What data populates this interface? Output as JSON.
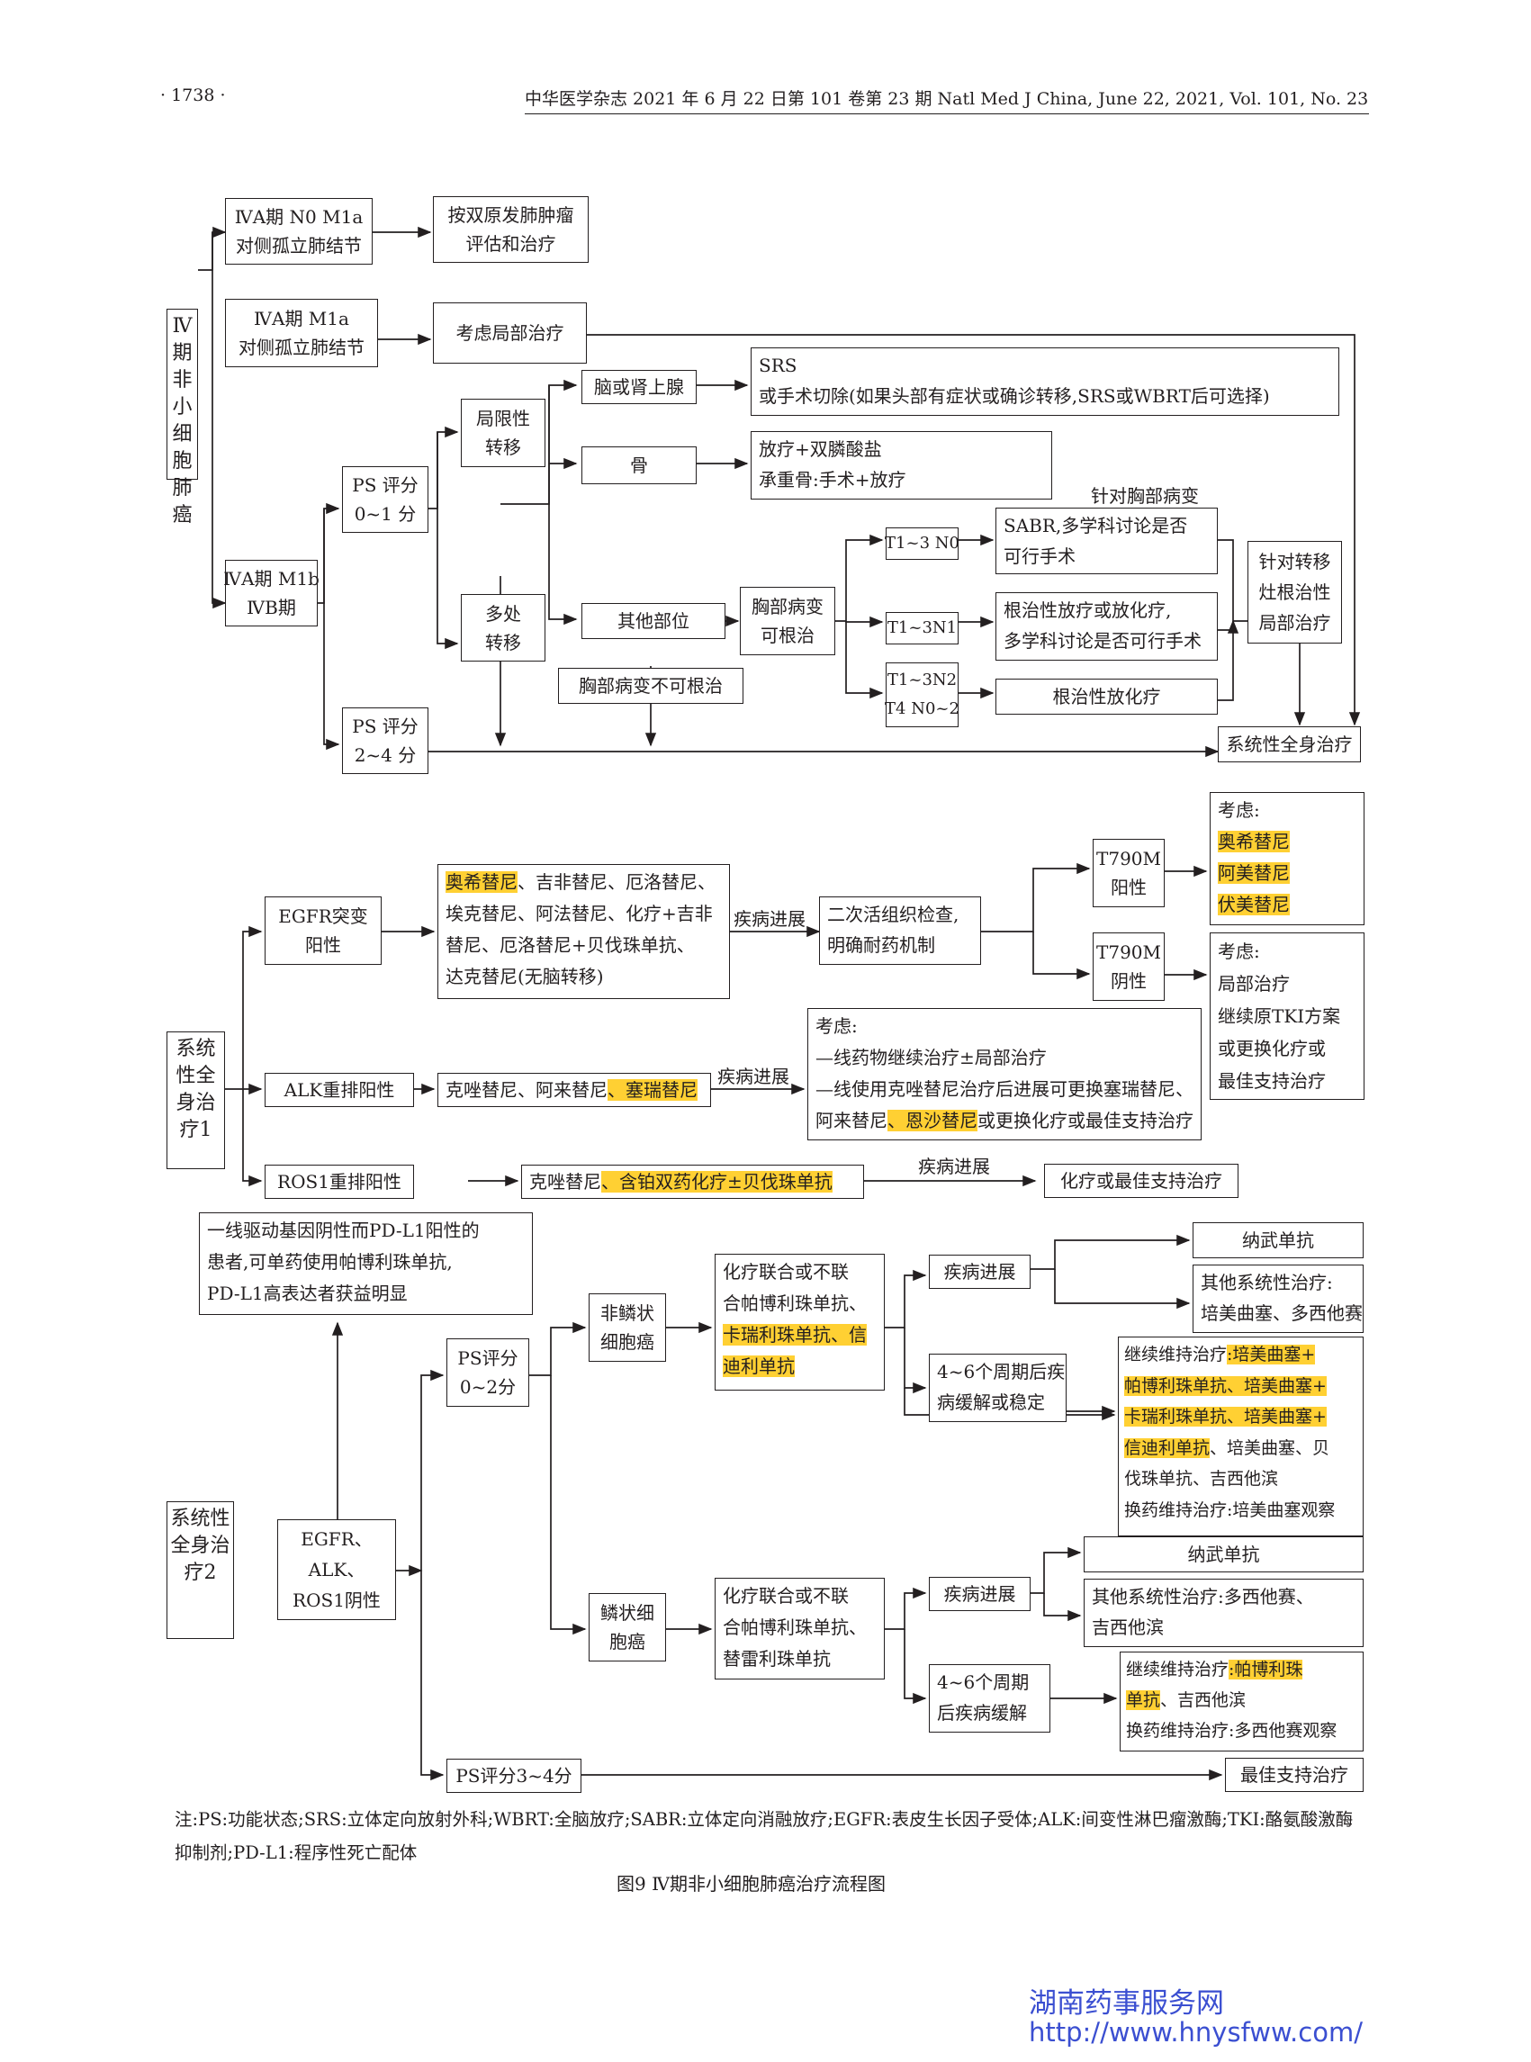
{
  "header": {
    "page_number": "· 1738 ·",
    "journal": "中华医学杂志 2021 年 6 月 22 日第 101 卷第 23 期   Natl Med J China, June 22, 2021, Vol. 101, No. 23"
  },
  "part1": {
    "root": "Ⅳ期非小细胞肺癌",
    "iva_n0m1a": [
      "ⅣA期 N0 M1a",
      "对侧孤立肺结节"
    ],
    "dual_primary": [
      "按双原发肺肿瘤",
      "评估和治疗"
    ],
    "iva_m1a": [
      "ⅣA期 M1a",
      "对侧孤立肺结节"
    ],
    "local_tx": "考虑局部治疗",
    "iva_m1b": [
      "ⅣA期 M1b",
      "ⅣB期"
    ],
    "ps01": [
      "PS 评分",
      "0~1 分"
    ],
    "ps24": [
      "PS 评分",
      "2~4 分"
    ],
    "limited": [
      "局限性",
      "转移"
    ],
    "multiple": [
      "多处",
      "转移"
    ],
    "brain": "脑或肾上腺",
    "srs": [
      "SRS",
      "或手术切除(如果头部有症状或确诊转移,SRS或WBRT后可选择)"
    ],
    "bone": "骨",
    "bone_tx": [
      "放疗+双膦酸盐",
      "承重骨:手术+放疗"
    ],
    "other_site": "其他部位",
    "chest_curable": [
      "胸部病变",
      "可根治"
    ],
    "chest_incurable": "胸部病变不可根治",
    "chest_label": "针对胸部病变",
    "t13n0": "T1~3 N0",
    "sabr": [
      "SABR,多学科讨论是否",
      "可行手术"
    ],
    "t13n1": "T1~3N1",
    "radical_rt": [
      "根治性放疗或放化疗,",
      "多学科讨论是否可行手术"
    ],
    "t13n2": [
      "T1~3N2",
      "T4 N0~2"
    ],
    "radical_crt": "根治性放化疗",
    "meta_local": [
      "针对转移",
      "灶根治性",
      "局部治疗"
    ],
    "systemic": "系统性全身治疗"
  },
  "part2": {
    "root": "系统性全身治疗1",
    "egfr": [
      "EGFR突变",
      "阳性"
    ],
    "egfr_drugs_hl": "奥希替尼",
    "egfr_drugs": [
      "、吉非替尼、厄洛替尼、",
      "埃克替尼、阿法替尼、化疗+吉非",
      "替尼、厄洛替尼+贝伐珠单抗、",
      "达克替尼(无脑转移)"
    ],
    "progress": "疾病进展",
    "biopsy": [
      "二次活组织检查,",
      "明确耐药机制"
    ],
    "t790m_pos": [
      "T790M",
      "阳性"
    ],
    "t790m_neg": [
      "T790M",
      "阴性"
    ],
    "consider": "考虑:",
    "osim": [
      "奥希替尼",
      "阿美替尼",
      "伏美替尼"
    ],
    "neg_opts": [
      "局部治疗",
      "继续原TKI方案",
      "或更换化疗或",
      "最佳支持治疗"
    ],
    "alk": "ALK重排阳性",
    "alk_drugs": "克唑替尼、阿来替尼",
    "alk_drugs_hl": "、塞瑞替尼",
    "alk_opts": [
      "—线药物继续治疗±局部治疗",
      "—线使用克唑替尼治疗后进展可更换塞瑞替尼、"
    ],
    "alk_opts_last": [
      "阿来替尼",
      "、恩沙替尼",
      "或更换化疗或最佳支持治疗"
    ],
    "ros1": "ROS1重排阳性",
    "ros1_drugs": "克唑替尼",
    "ros1_drugs_hl": "、含铂双药化疗±贝伐珠单抗",
    "chemo_bsc": "化疗或最佳支持治疗"
  },
  "part3": {
    "pdl1_note": [
      "一线驱动基因阴性而PD-L1阳性的",
      "患者,可单药使用帕博利珠单抗,",
      "PD-L1高表达者获益明显"
    ],
    "root": "系统性全身治疗2",
    "neg": [
      "EGFR、",
      "ALK、",
      "ROS1阴性"
    ],
    "ps02": [
      "PS评分",
      "0~2分"
    ],
    "nonsq": [
      "非鳞状",
      "细胞癌"
    ],
    "nonsq_chemo": [
      "化疗联合或不联",
      "合帕博利珠单抗、"
    ],
    "nonsq_chemo_hl": [
      "卡瑞利珠单抗、信",
      "迪利单抗"
    ],
    "progress": "疾病进展",
    "nivo": "纳武单抗",
    "nonsq_other": [
      "其他系统性治疗:",
      "培美曲塞、多西他赛"
    ],
    "stable": [
      "4~6个周期后疾",
      "病缓解或稳定"
    ],
    "nonsq_maint": [
      "继续维持治疗",
      ":培美曲塞+",
      "帕博利珠单抗、培美曲塞+",
      "卡瑞利珠单抗、培美曲塞+",
      "信迪利单抗",
      "、培美曲塞、贝",
      "伐珠单抗、吉西他滨",
      "换药维持治疗:培美曲塞观察"
    ],
    "sq": [
      "鳞状细",
      "胞癌"
    ],
    "sq_chemo": [
      "化疗联合或不联",
      "合帕博利珠单抗、",
      "替雷利珠单抗"
    ],
    "sq_other": [
      "其他系统性治疗:多西他赛、",
      "吉西他滨"
    ],
    "sq_stable": [
      "4~6个周期",
      "后疾病缓解"
    ],
    "sq_maint": [
      "继续维持治疗",
      ":帕博利珠",
      "单抗",
      "、吉西他滨",
      "换药维持治疗:多西他赛观察"
    ],
    "ps34": "PS评分3~4分",
    "bsc": "最佳支持治疗"
  },
  "note": "注:PS:功能状态;SRS:立体定向放射外科;WBRT:全脑放疗;SABR:立体定向消融放疗;EGFR:表皮生长因子受体;ALK:间变性淋巴瘤激酶;TKI:酪氨酸激酶抑制剂;PD-L1:程序性死亡配体",
  "caption": "图9   Ⅳ期非小细胞肺癌治疗流程图",
  "watermark": [
    "湖南药事服务网",
    "http://www.hnysfww.com/"
  ],
  "colors": {
    "highlight": "#ffd033",
    "line": "#231f20",
    "watermark": "#3b4fd1"
  }
}
